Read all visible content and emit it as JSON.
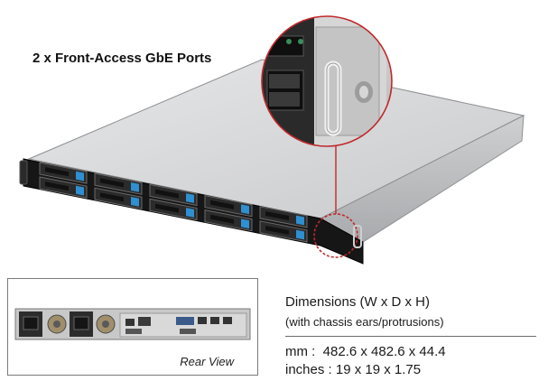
{
  "headline": "2 x Front-Access GbE Ports",
  "rear_view": {
    "caption": "Rear View"
  },
  "dimensions": {
    "title": "Dimensions (W x D x H)",
    "subtitle": "(with chassis ears/protrusions)",
    "mm_label": "mm :",
    "mm_value": "482.6 x 482.6 x 44.4",
    "inches_label": "inches :",
    "inches_value": "19 x 19 x 1.75"
  },
  "colors": {
    "callout_red": "#c0282b",
    "drive_blue": "#2f8fd0",
    "chassis_silver": "#d9dadb",
    "bezel_black": "#161616"
  },
  "icons": [
    "gbe-port-icon",
    "drive-bay-icon",
    "handle-icon"
  ]
}
